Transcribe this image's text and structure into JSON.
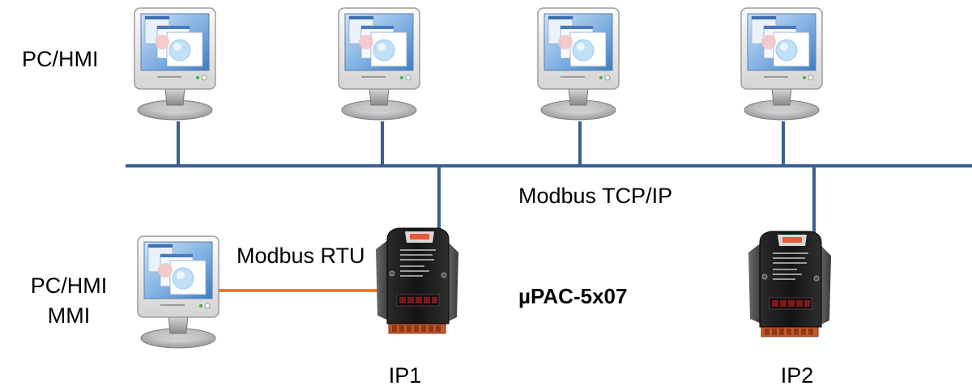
{
  "diagram": {
    "top_label": "PC/HMI",
    "bottom_left_label_line1": "PC/HMI",
    "bottom_left_label_line2": "MMI",
    "tcp_label": "Modbus TCP/IP",
    "rtu_label": "Modbus RTU",
    "device_label": "µPAC-5x07",
    "ip1_label": "IP1",
    "ip2_label": "IP2",
    "monitor_count_top": 4,
    "bus_color": "#3b5f8f",
    "rtu_line_color": "#f07a21",
    "monitor_icon": "crt-monitor-icon",
    "device_icon": "upac-controller-icon"
  }
}
